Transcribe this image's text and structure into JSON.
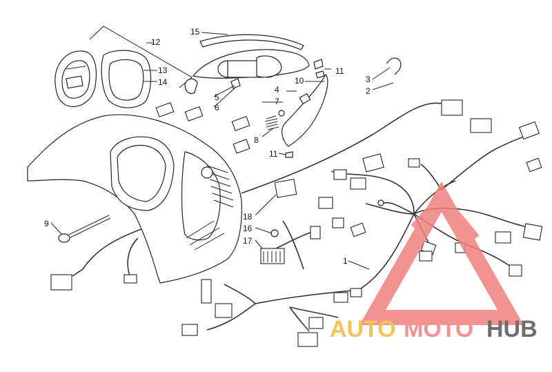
{
  "callouts": [
    {
      "id": "1",
      "text": "1"
    },
    {
      "id": "2",
      "text": "2"
    },
    {
      "id": "3",
      "text": "3"
    },
    {
      "id": "4",
      "text": "4"
    },
    {
      "id": "5",
      "text": "5"
    },
    {
      "id": "6",
      "text": "6"
    },
    {
      "id": "7",
      "text": "7"
    },
    {
      "id": "8",
      "text": "8"
    },
    {
      "id": "9",
      "text": "9"
    },
    {
      "id": "10",
      "text": "10"
    },
    {
      "id": "11a",
      "text": "11"
    },
    {
      "id": "11b",
      "text": "11"
    },
    {
      "id": "12",
      "text": "12"
    },
    {
      "id": "13",
      "text": "13"
    },
    {
      "id": "14",
      "text": "14"
    },
    {
      "id": "15",
      "text": "15"
    },
    {
      "id": "16",
      "text": "16"
    },
    {
      "id": "17",
      "text": "17"
    },
    {
      "id": "18",
      "text": "18"
    }
  ],
  "watermark": {
    "part1": "AUTO",
    "part2": "MOTO",
    "part3": "HUB",
    "color_primary": "#f08080",
    "color_secondary": "#555555",
    "color_accent": "#f4b942"
  }
}
